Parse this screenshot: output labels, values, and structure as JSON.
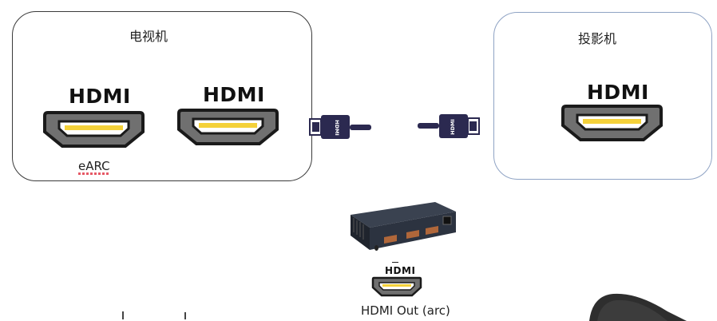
{
  "tv": {
    "title": "电视机",
    "port1_label": "HDMI",
    "port2_label": "HDMI",
    "earc_label": "eARC"
  },
  "projector": {
    "title": "投影机",
    "port_label": "HDMI"
  },
  "cable_left": {
    "plug_text": "HDMI"
  },
  "cable_right": {
    "plug_text": "HDMI"
  },
  "device": {
    "port_label": "HDMI",
    "out_label": "HDMI Out (arc)"
  },
  "colors": {
    "port_outline": "#1a1a1a",
    "port_fill": "#707070",
    "pins": "#f4d13a",
    "cable": "#2b2950",
    "device_body": "#2c3340",
    "device_port": "#b0673a"
  }
}
